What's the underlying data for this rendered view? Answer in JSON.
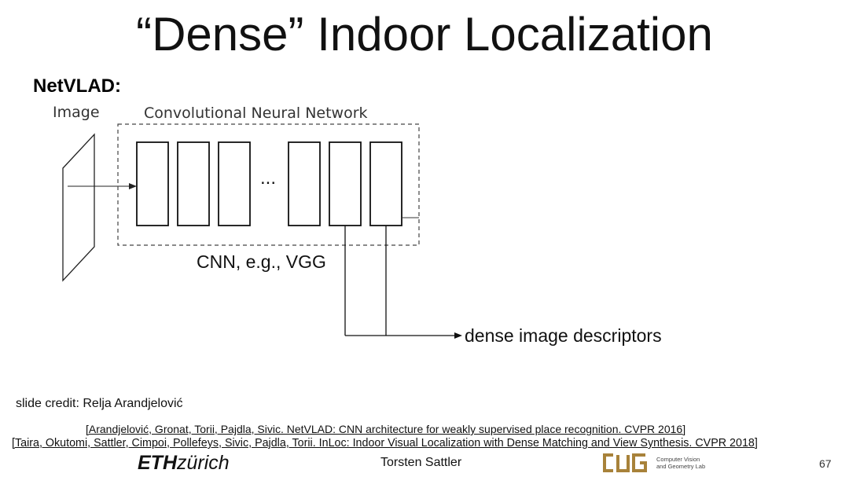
{
  "slide": {
    "title": "“Dense” Indoor Localization",
    "subtitle": "NetVLAD:",
    "page_number": "67"
  },
  "diagram": {
    "image_label": "Image",
    "cnn_label": "Convolutional Neural Network",
    "ellipsis": "...",
    "cnn_example": "CNN, e.g., VGG",
    "output_label": "dense image descriptors"
  },
  "footer": {
    "credit": "slide credit: Relja Arandjelović",
    "references": [
      "[Arandjelović, Gronat, Torii, Pajdla, Sivic. NetVLAD: CNN architecture for weakly supervised place recognition. CVPR 2016]",
      "[Taira, Okutomi, Sattler, Cimpoi, Pollefeys, Sivic, Pajdla, Torii. InLoc: Indoor Visual Localization with Dense Matching and View Synthesis. CVPR 2018]"
    ],
    "eth_logo_bold": "ETH",
    "eth_logo_rest": "zürich",
    "author": "Torsten Sattler",
    "lab_logo_text_line1": "Computer Vision",
    "lab_logo_text_line2": "and Geometry Lab"
  }
}
